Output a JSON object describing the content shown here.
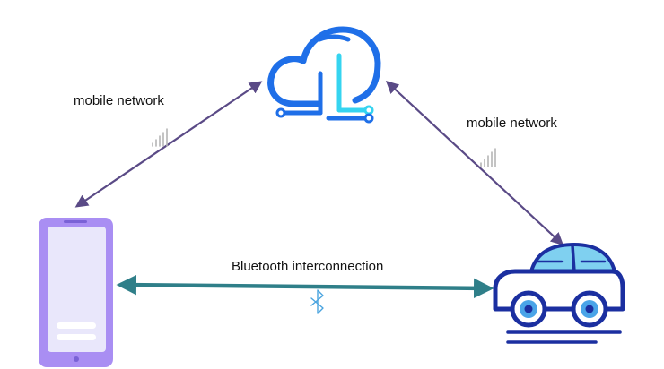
{
  "labels": {
    "left_network": "mobile network",
    "right_network": "mobile network",
    "bluetooth": "Bluetooth interconnection"
  },
  "nodes": [
    {
      "name": "cloud",
      "icon": "cloud-icon"
    },
    {
      "name": "phone",
      "icon": "smartphone-icon"
    },
    {
      "name": "car",
      "icon": "car-icon"
    }
  ],
  "colors": {
    "cloud_blue": "#1f6fe8",
    "cloud_cyan": "#35d4f0",
    "link_purple": "#5a4a86",
    "bluetooth_teal": "#2f7f89",
    "phone_frame": "#a98ef3",
    "phone_screen": "#e9e7fb",
    "car_navy": "#1b2fa0",
    "car_window": "#7fd0f0",
    "signal_gray": "#b5b5b5",
    "bt_icon": "#4aa4df"
  }
}
